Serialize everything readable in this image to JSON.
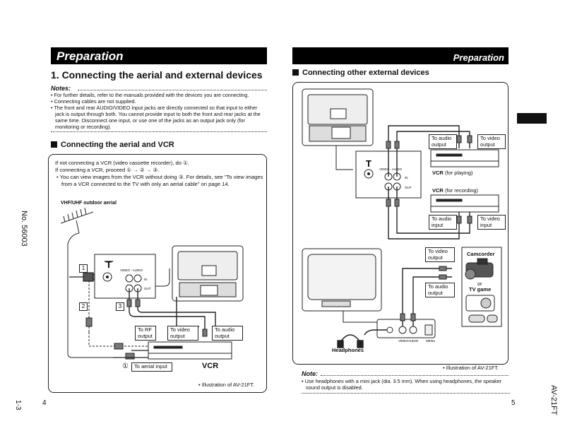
{
  "header": {
    "left_title": "Preparation",
    "right_title": "Preparation"
  },
  "side": {
    "doc_number": "No. 56003",
    "page_code": "1-3",
    "model": "AV-21FT"
  },
  "left": {
    "section_title": "1. Connecting the aerial and external devices",
    "notes_title": "Notes:",
    "notes": [
      "• For further details, refer to the manuals provided with the devices you are connecting.",
      "• Connecting cables are not supplied.",
      "• The front and rear AUDIO/VIDEO input jacks are directly connected so that input to either jack is output through both. You cannot provide input to both the front and rear jacks at the same time. Disconnect one input, or use one of the jacks as an output jack only (for monitoring or recording)."
    ],
    "subsection_title": "Connecting the aerial and VCR",
    "intro_line1": "If not connecting a VCR (video cassette recorder), do ①.",
    "intro_line2": "If connecting a VCR, proceed ① → ② → ③.",
    "intro_bullet": "• You can view images from the VCR without doing ③. For details, see \"To view images from a VCR connected to the TV with only an aerial cable\" on page 14.",
    "aerial_label": "VHF/UHF outdoor aerial",
    "panel_video_audio": "VIDEO - AUDIO",
    "panel_in": "IN",
    "panel_out": "OUT",
    "step1": "1",
    "step2": "2",
    "step3": "3",
    "step1_circled": "①",
    "to_rf_output": "To RF output",
    "to_video_output": "To video output",
    "to_audio_output": "To audio output",
    "to_aerial_input": "To aerial input",
    "vcr_label": "VCR",
    "illustration_note": "• Illustration of AV-21FT.",
    "page_number": "4"
  },
  "right": {
    "subsection_title": "Connecting other external devices",
    "to_audio_output": "To audio output",
    "to_video_output": "To video output",
    "vcr_playing_bold": "VCR",
    "vcr_playing_rest": "(for playing)",
    "vcr_recording_bold": "VCR",
    "vcr_recording_rest": "(for recording)",
    "to_audio_input": "To audio input",
    "to_video_input": "To video input",
    "cam_to_video_output": "To video output",
    "cam_to_audio_output": "To audio output",
    "camcorder_label": "Camcorder",
    "or_label": "or",
    "tv_game_label": "TV game",
    "panel_video_audio": "VIDEO - AUDIO",
    "panel_in": "IN",
    "panel_out": "OUT",
    "front_video": "VIDEO",
    "front_audio": "AUDIO",
    "front_menu": "MENU",
    "headphones_label": "Headphones",
    "illustration_note": "• Illustration of AV-21FT.",
    "note_title": "Note:",
    "note_text": "• Use headphones with a mini jack (dia. 3.5 mm). When using headphones, the speaker sound output is disabled.",
    "page_number": "5"
  }
}
